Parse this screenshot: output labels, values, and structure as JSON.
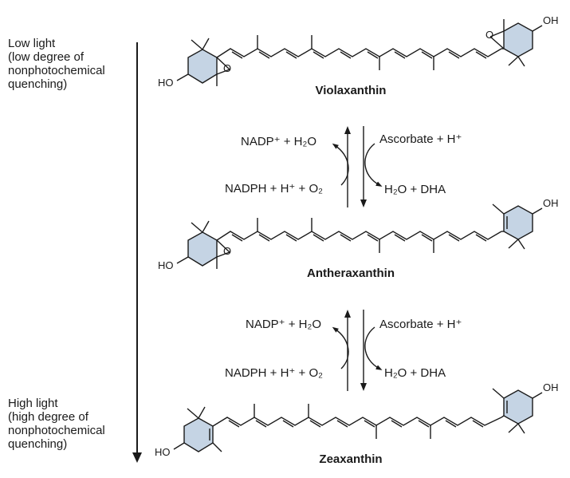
{
  "light_axis": {
    "low_light": [
      "Low light",
      "(low degree of",
      "nonphotochemical",
      "quenching)"
    ],
    "high_light": [
      "High light",
      "(high degree of",
      "nonphotochemical",
      "quenching)"
    ]
  },
  "molecules": {
    "violaxanthin": "Violaxanthin",
    "antheraxanthin": "Antheraxanthin",
    "zeaxanthin": "Zeaxanthin"
  },
  "atoms": {
    "hydroxyl": "HO",
    "hydroxyl_right": "OH",
    "epoxide_oxygen": "O"
  },
  "reactions": {
    "step1": {
      "left_top": "NADP⁺ + H₂O",
      "left_bottom": "NADPH + H⁺ + O₂",
      "right_top": "Ascorbate + H⁺",
      "right_bottom": "H₂O + DHA"
    },
    "step2": {
      "left_top": "NADP⁺ + H₂O",
      "left_bottom": "NADPH + H⁺ + O₂",
      "right_top": "Ascorbate + H⁺",
      "right_bottom": "H₂O + DHA"
    }
  },
  "colors": {
    "ring_fill": "#c5d4e4",
    "line": "#1a1a1a"
  }
}
